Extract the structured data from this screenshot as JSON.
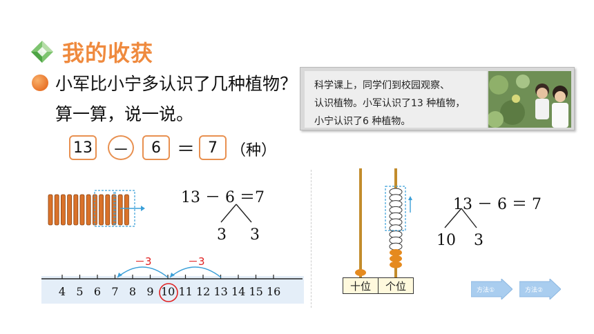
{
  "header": {
    "title": "我的收获"
  },
  "question": {
    "line1": "小军比小宁多认识了几种植物？",
    "line2": "算一算，说一说。"
  },
  "equation": {
    "a": "13",
    "op": "－",
    "b": "6",
    "eq": "＝",
    "result": "7",
    "unit": "（种）"
  },
  "card": {
    "line1": "科学课上，同学们到校园观察、",
    "line2": "认识植物。小军认识了13 种植物，",
    "line3": "小宁认识了6 种植物。"
  },
  "method1": {
    "equation": "13 － 6 ＝7",
    "split_left": "3",
    "split_right": "3"
  },
  "numberline": {
    "ticks": [
      "4",
      "5",
      "6",
      "7",
      "8",
      "9",
      "10",
      "11",
      "12",
      "13",
      "14",
      "15",
      "16"
    ],
    "highlight": "10",
    "jump1_label": "－3",
    "jump2_label": "－3"
  },
  "abacus": {
    "tens_label": "十位",
    "ones_label": "个位"
  },
  "method2": {
    "equation": "13 － 6 ＝ 7",
    "split_left": "10",
    "split_right": "3"
  },
  "nav": {
    "btn1": "方法①",
    "btn2": "方法②"
  },
  "colors": {
    "accent": "#ef8a3e",
    "stick": "#d9722a",
    "jump": "#3a9fd8",
    "nav": "#a9cdef"
  }
}
